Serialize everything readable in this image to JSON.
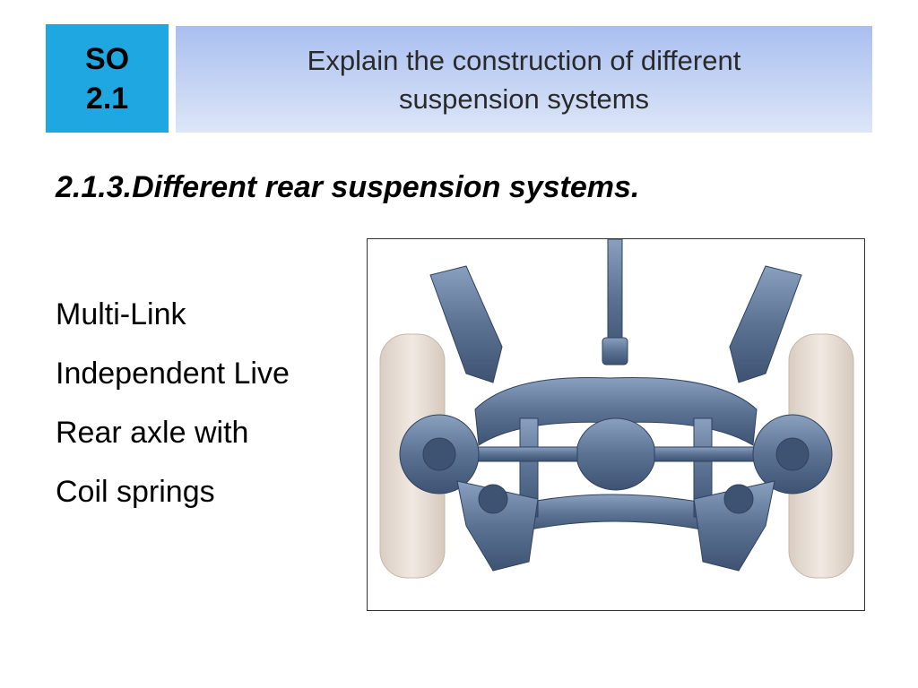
{
  "slide": {
    "badge": {
      "line1": "SO",
      "line2": "2.1"
    },
    "title": {
      "line1": "Explain the construction of different",
      "line2": "suspension systems"
    },
    "subheading": "2.1.3.Different rear suspension systems.",
    "body_lines": [
      "Multi-Link",
      "Independent Live",
      "Rear axle with",
      "Coil springs"
    ],
    "figure": {
      "icon": "rear-suspension-assembly-illustration"
    },
    "colors": {
      "badge": "#1ea7e1",
      "band_top": "#a9bff0",
      "band_bottom": "#dde6f8",
      "metal": "#5b7293",
      "tyre": "#e9dfd6"
    }
  }
}
